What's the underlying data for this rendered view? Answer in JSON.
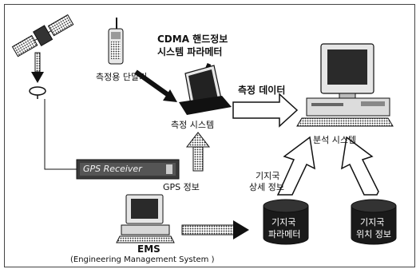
{
  "labels": {
    "cdma_param_line1": "CDMA 핸드정보",
    "cdma_param_line2": "시스템 파라메터",
    "terminal": "측정용 단말기",
    "measure_system": "측정 시스템",
    "measure_data": "측정 데이터",
    "analysis_system": "분석 시스템",
    "gps_receiver": "GPS Receiver",
    "gps_info": "GPS 정보",
    "bs_detail_line1": "기지국",
    "bs_detail_line2": "상세 정보",
    "bs_param_line1": "기지국",
    "bs_param_line2": "파라메터",
    "bs_loc_line1": "기지국",
    "bs_loc_line2": "위치 정보",
    "ems": "EMS",
    "ems_full": "(Engineering Management System )"
  },
  "icons": {
    "satellite": "satellite-icon",
    "antenna": "antenna-icon",
    "handset": "handset-icon",
    "laptop": "laptop-icon",
    "workstation": "workstation-icon",
    "gps_device": "gps-receiver-icon",
    "ems_pc": "ems-pc-icon",
    "db_param": "database-icon",
    "db_location": "database-icon"
  }
}
